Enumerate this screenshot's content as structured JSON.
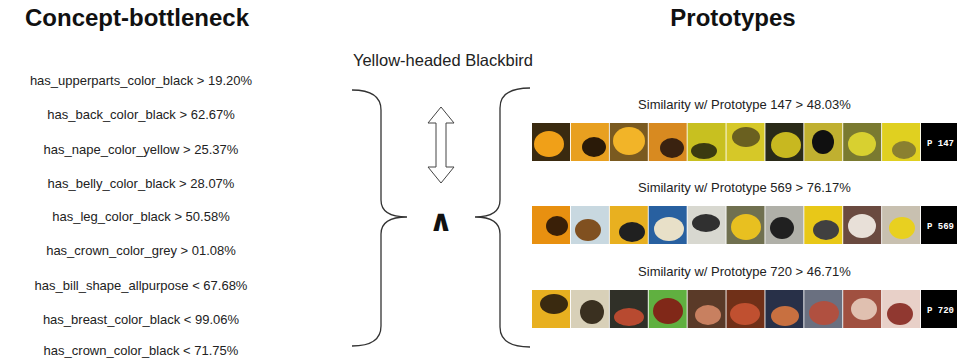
{
  "diagram": {
    "nodes": [
      {
        "text": [
          "Similarity w/ Prototype 147 > 48.03%"
        ]
      },
      {
        "text": [
          "P 147"
        ],
        "in": 0
      },
      {
        "text": [
          "Similarity w/ Prototype 569 > 76.17%"
        ]
      },
      {
        "text": [
          "P 569"
        ],
        "in": 2
      },
      {
        "text": [
          "Similarity w/ Prototype 720 > 46.71%"
        ]
      },
      {
        "text": [
          "P 720"
        ],
        "in": 4
      }
    ],
    "labels": [
      "Concept-bottleneck",
      "Prototypes",
      "Yellow-headed Blackbird",
      "has_upperparts_color_black > 19.20%",
      "has_back_color_black > 62.67%",
      "has_nape_color_yellow > 25.37%",
      "has_belly_color_black > 28.07%",
      "has_leg_color_black > 50.58%",
      "has_crown_color_grey > 01.08%",
      "has_bill_shape_allpurpose < 67.68%",
      "has_breast_color_black < 99.06%",
      "has_crown_color_black < 71.75%",
      "∧"
    ]
  }
}
